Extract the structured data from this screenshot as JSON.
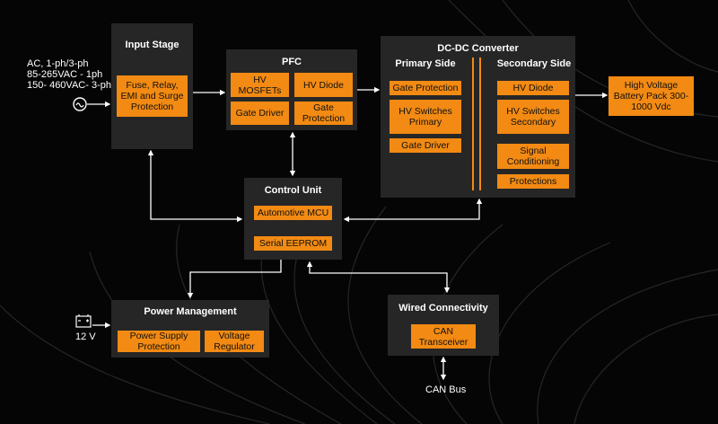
{
  "inputs": {
    "ac_lines": [
      "AC, 1-ph/3-ph",
      "85-265VAC - 1ph",
      "150- 460VAC- 3-ph"
    ],
    "dc_12v": "12 V",
    "can_bus": "CAN Bus"
  },
  "input_stage": {
    "title": "Input Stage",
    "chips": [
      "Fuse, Relay, EMI and Surge Protection"
    ]
  },
  "pfc": {
    "title": "PFC",
    "chips": [
      "HV MOSFETs",
      "HV Diode",
      "Gate Driver",
      "Gate Protection"
    ]
  },
  "dcdc": {
    "title": "DC-DC Converter",
    "primary": {
      "title": "Primary Side",
      "chips": [
        "Gate Protection",
        "HV Switches Primary",
        "Gate Driver"
      ]
    },
    "secondary": {
      "title": "Secondary Side",
      "chips": [
        "HV Diode",
        "HV Switches Secondary",
        "Signal Conditioning",
        "Protections"
      ]
    }
  },
  "battery": {
    "chips": [
      "High Voltage Battery Pack 300-1000 Vdc"
    ]
  },
  "control_unit": {
    "title": "Control Unit",
    "chips": [
      "Automotive MCU",
      "Serial EEPROM"
    ]
  },
  "power_management": {
    "title": "Power Management",
    "chips": [
      "Power Supply Protection",
      "Voltage Regulator"
    ]
  },
  "wired_connectivity": {
    "title": "Wired Connectivity",
    "chips": [
      "CAN Transceiver"
    ]
  },
  "colors": {
    "accent": "#f28a13",
    "block": "#262626",
    "background": "#050505"
  }
}
